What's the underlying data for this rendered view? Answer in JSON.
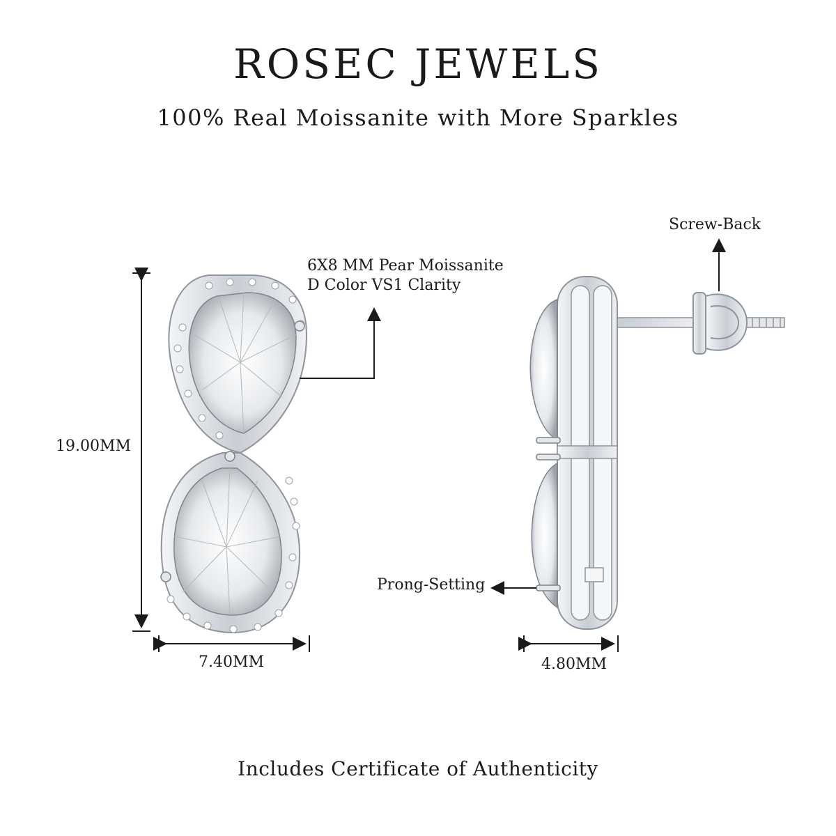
{
  "header": {
    "brand": "ROSEC JEWELS",
    "tagline": "100% Real Moissanite with More Sparkles"
  },
  "callouts": {
    "stone_line1": "6X8 MM Pear Moissanite",
    "stone_line2": "D Color VS1 Clarity",
    "screw_back": "Screw-Back",
    "prong_setting": "Prong-Setting"
  },
  "dimensions": {
    "height": "19.00MM",
    "front_width": "7.40MM",
    "side_width": "4.80MM"
  },
  "footer": {
    "text": "Includes Certificate of Authenticity"
  },
  "colors": {
    "metal": "#d9dde2",
    "metal_dark": "#8e949b",
    "ink": "#1a1a1a"
  }
}
